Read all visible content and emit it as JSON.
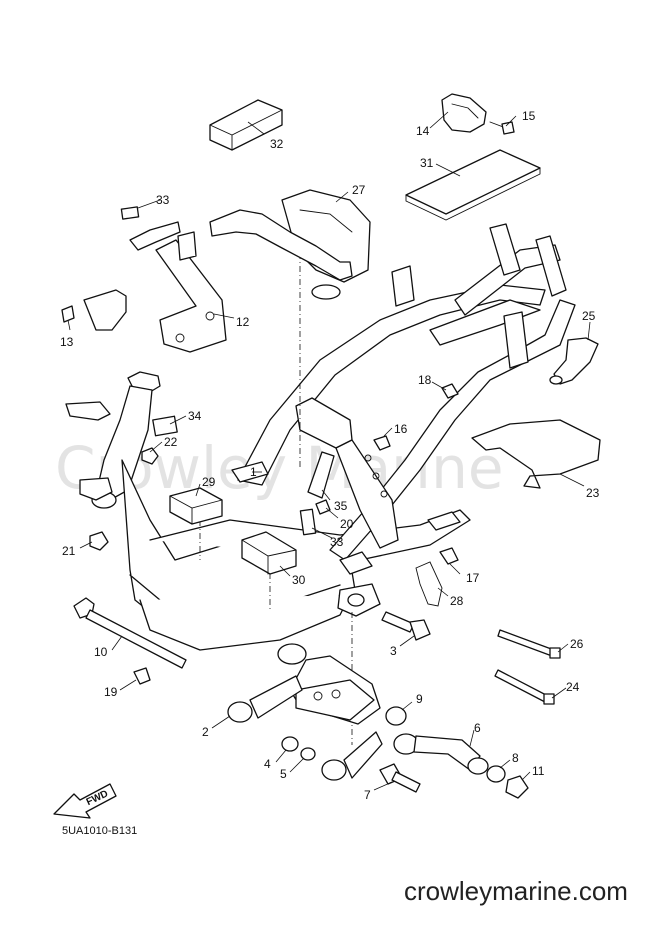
{
  "watermark": "Crowley Marine",
  "drawing_code": "5UA1010-B131",
  "footer": "crowleymarine.com",
  "fwd_label": "FWD",
  "parts": [
    {
      "id": "p1",
      "label": "1"
    },
    {
      "id": "p2",
      "label": "2"
    },
    {
      "id": "p3",
      "label": "3"
    },
    {
      "id": "p4",
      "label": "4"
    },
    {
      "id": "p5",
      "label": "5"
    },
    {
      "id": "p6",
      "label": "6"
    },
    {
      "id": "p7",
      "label": "7"
    },
    {
      "id": "p8",
      "label": "8"
    },
    {
      "id": "p9",
      "label": "9"
    },
    {
      "id": "p10",
      "label": "10"
    },
    {
      "id": "p11",
      "label": "11"
    },
    {
      "id": "p12",
      "label": "12"
    },
    {
      "id": "p13",
      "label": "13"
    },
    {
      "id": "p14",
      "label": "14"
    },
    {
      "id": "p15",
      "label": "15"
    },
    {
      "id": "p16",
      "label": "16"
    },
    {
      "id": "p17",
      "label": "17"
    },
    {
      "id": "p18",
      "label": "18"
    },
    {
      "id": "p19",
      "label": "19"
    },
    {
      "id": "p20",
      "label": "20"
    },
    {
      "id": "p21",
      "label": "21"
    },
    {
      "id": "p22",
      "label": "22"
    },
    {
      "id": "p23",
      "label": "23"
    },
    {
      "id": "p24",
      "label": "24"
    },
    {
      "id": "p25",
      "label": "25"
    },
    {
      "id": "p26",
      "label": "26"
    },
    {
      "id": "p27",
      "label": "27"
    },
    {
      "id": "p28",
      "label": "28"
    },
    {
      "id": "p29",
      "label": "29"
    },
    {
      "id": "p30",
      "label": "30"
    },
    {
      "id": "p31",
      "label": "31"
    },
    {
      "id": "p32",
      "label": "32"
    },
    {
      "id": "p33a",
      "label": "33"
    },
    {
      "id": "p33b",
      "label": "33"
    },
    {
      "id": "p34",
      "label": "34"
    },
    {
      "id": "p35",
      "label": "35"
    }
  ]
}
